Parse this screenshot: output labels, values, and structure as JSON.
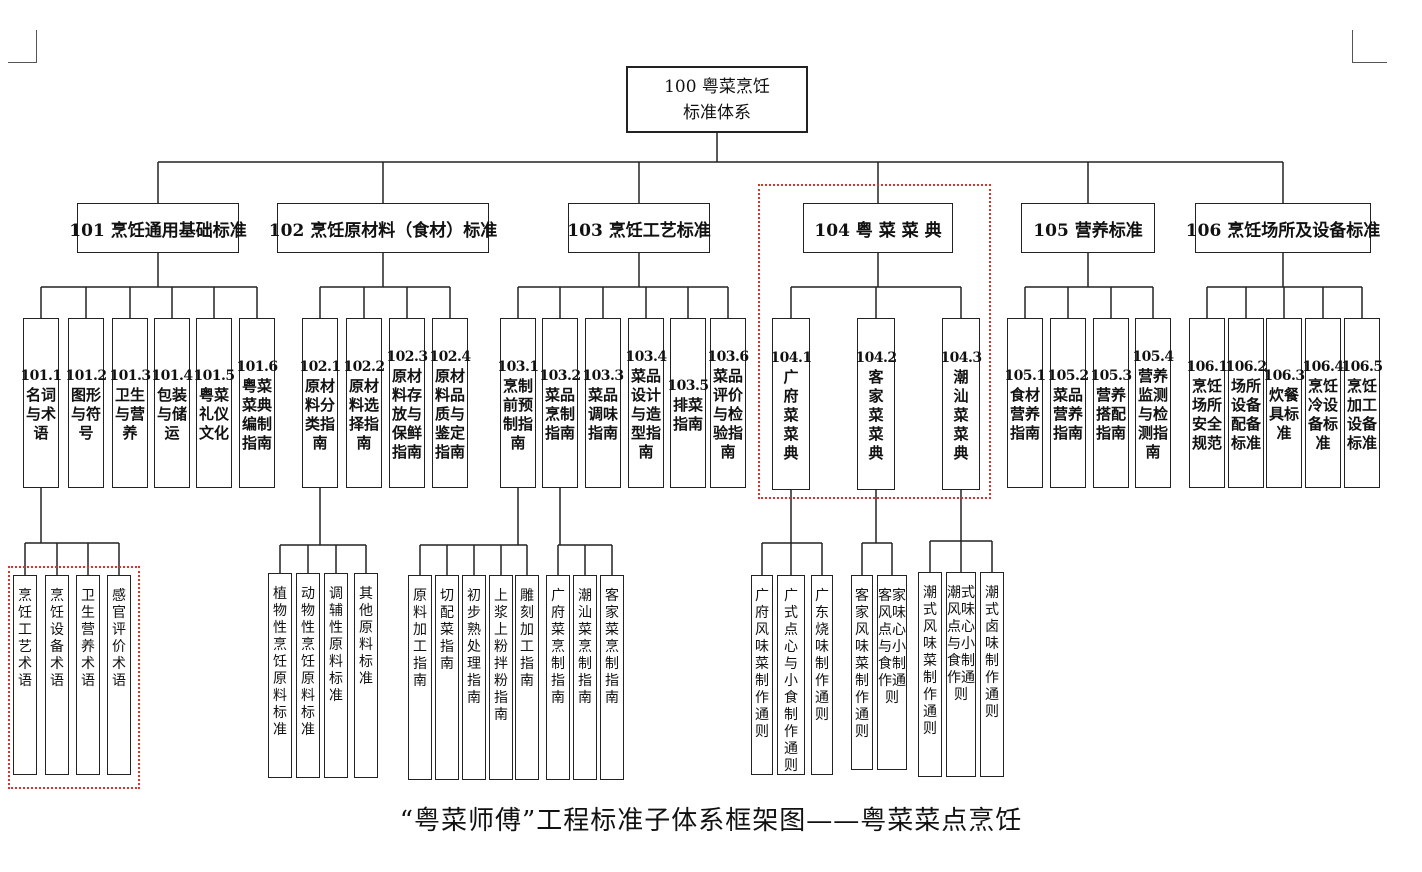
{
  "root": {
    "code": "100",
    "title_line1": "100 粤菜烹饪",
    "title_line2": "标准体系"
  },
  "level1": [
    {
      "id": "101",
      "label": "101 烹饪通用基础标准"
    },
    {
      "id": "102",
      "label": "102 烹饪原材料（食材）标准"
    },
    {
      "id": "103",
      "label": "103 烹饪工艺标准"
    },
    {
      "id": "104",
      "label": "104 粤 菜 菜 典"
    },
    {
      "id": "105",
      "label": "105 营养标准"
    },
    {
      "id": "106",
      "label": "106 烹饪场所及设备标准"
    }
  ],
  "level2": [
    {
      "code": "101.1",
      "name": "名词与术语"
    },
    {
      "code": "101.2",
      "name": "图形与符号"
    },
    {
      "code": "101.3",
      "name": "卫生与营养"
    },
    {
      "code": "101.4",
      "name": "包装与储运"
    },
    {
      "code": "101.5",
      "name": "粤菜礼仪文化"
    },
    {
      "code": "101.6",
      "name": "粤菜菜典编制指南"
    },
    {
      "code": "102.1",
      "name": "原材料分类指南"
    },
    {
      "code": "102.2",
      "name": "原材料选择指南"
    },
    {
      "code": "102.3",
      "name": "原材料存放与保鲜指南"
    },
    {
      "code": "102.4",
      "name": "原材料品质与鉴定指南"
    },
    {
      "code": "103.1",
      "name": "烹制前预制指南"
    },
    {
      "code": "103.2",
      "name": "菜品烹制指南"
    },
    {
      "code": "103.3",
      "name": "菜品调味指南"
    },
    {
      "code": "103.4",
      "name": "菜品设计与造型指南"
    },
    {
      "code": "103.5",
      "name": "排菜指南"
    },
    {
      "code": "103.6",
      "name": "菜品评价与检验指南"
    },
    {
      "code": "104.1",
      "name": "广府菜菜典"
    },
    {
      "code": "104.2",
      "name": "客家菜菜典"
    },
    {
      "code": "104.3",
      "name": "潮汕菜菜典"
    },
    {
      "code": "105.1",
      "name": "食材营养指南"
    },
    {
      "code": "105.2",
      "name": "菜品营养指南"
    },
    {
      "code": "105.3",
      "name": "营养搭配指南"
    },
    {
      "code": "105.4",
      "name": "营养监测与检测指南"
    },
    {
      "code": "106.1",
      "name": "烹饪场所安全规范"
    },
    {
      "code": "106.2",
      "name": "场所设备配备标准"
    },
    {
      "code": "106.3",
      "name": "炊餐具标准"
    },
    {
      "code": "106.4",
      "name": "烹饪冷设备标准"
    },
    {
      "code": "106.5",
      "name": "烹饪加工设备标准"
    }
  ],
  "level3": [
    {
      "parent": "101.1",
      "name": "烹饪工艺术语"
    },
    {
      "parent": "101.1",
      "name": "烹饪设备术语"
    },
    {
      "parent": "101.1",
      "name": "卫生营养术语"
    },
    {
      "parent": "101.1",
      "name": "感官评价术语"
    },
    {
      "parent": "102.1",
      "name": "植物性烹饪原料标准"
    },
    {
      "parent": "102.1",
      "name": "动物性烹饪原料标准"
    },
    {
      "parent": "102.1",
      "name": "调辅性原料标准"
    },
    {
      "parent": "102.1",
      "name": "其他原料标准"
    },
    {
      "parent": "103.1",
      "name": "原料加工指南"
    },
    {
      "parent": "103.1",
      "name": "切配菜指南"
    },
    {
      "parent": "103.1",
      "name": "初步熟处理指南"
    },
    {
      "parent": "103.1",
      "name": "上浆上粉拌粉指南"
    },
    {
      "parent": "103.1",
      "name": "雕刻加工指南"
    },
    {
      "parent": "103.2",
      "name": "广府菜烹制指南"
    },
    {
      "parent": "103.2",
      "name": "潮汕菜烹制指南"
    },
    {
      "parent": "103.2",
      "name": "客家菜烹制指南"
    },
    {
      "parent": "104.1",
      "name": "广府风味菜制作通则"
    },
    {
      "parent": "104.1",
      "name": "广式点心与小食制作通则"
    },
    {
      "parent": "104.1",
      "name": "广东烧味制作通则"
    },
    {
      "parent": "104.2",
      "name": "客家风味菜制作通则"
    },
    {
      "parent": "104.2",
      "name": "客家风味点心与小食制作通则"
    },
    {
      "parent": "104.3",
      "name": "潮式风味菜制作通则"
    },
    {
      "parent": "104.3",
      "name": "潮式风味点心与小食制作通则"
    },
    {
      "parent": "104.3",
      "name": "潮式卤味制作通则"
    }
  ],
  "caption": "“粤菜师傅”工程标准子体系框架图——粤菜菜点烹饪",
  "colors": {
    "line": "#222222",
    "highlight": "#d9342b"
  }
}
